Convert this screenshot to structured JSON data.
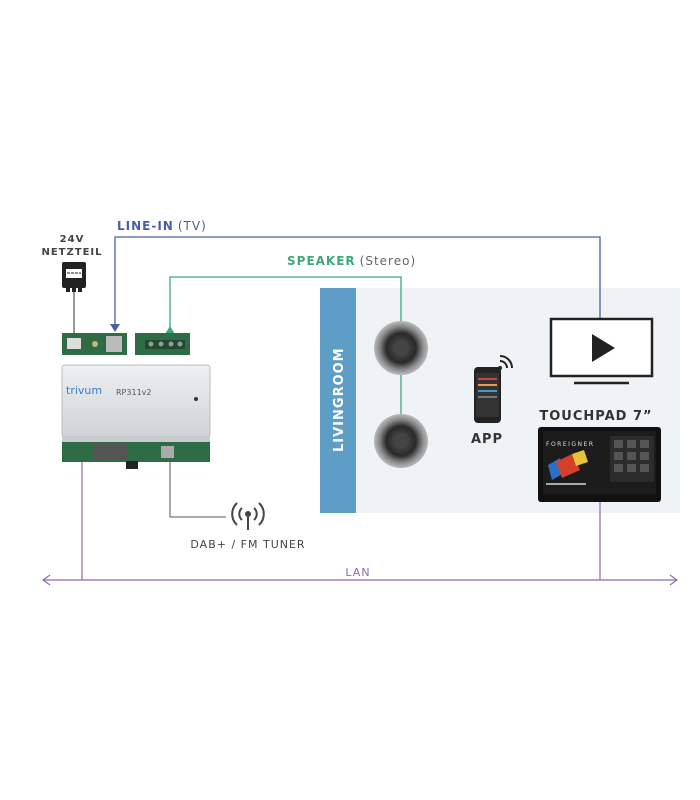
{
  "colors": {
    "line_in": "#4a5ea8",
    "speaker": "#3aab78",
    "lan": "#8b6bab",
    "room_band": "#5d9dc6",
    "room_bg": "#f0f3f6"
  },
  "labels": {
    "line_in": "LINE-IN",
    "line_in_note": "(TV)",
    "speaker": "SPEAKER",
    "speaker_note": "(Stereo)",
    "psu_line1": "24V",
    "psu_line2": "NETZTEIL",
    "room": "LIVINGROOM",
    "app": "APP",
    "touchpad": "TOUCHPAD 7”",
    "tuner": "DAB+ / FM TUNER",
    "lan": "LAN"
  },
  "device": {
    "brand": "trivum",
    "model": "RP311v2"
  },
  "touchpad_screen": {
    "artist": "FOREIGNER"
  },
  "icons": [
    "power-supply-icon",
    "speaker-icon",
    "smartphone-icon",
    "wifi-signal-icon",
    "tv-play-icon",
    "tablet-icon",
    "antenna-icon"
  ]
}
